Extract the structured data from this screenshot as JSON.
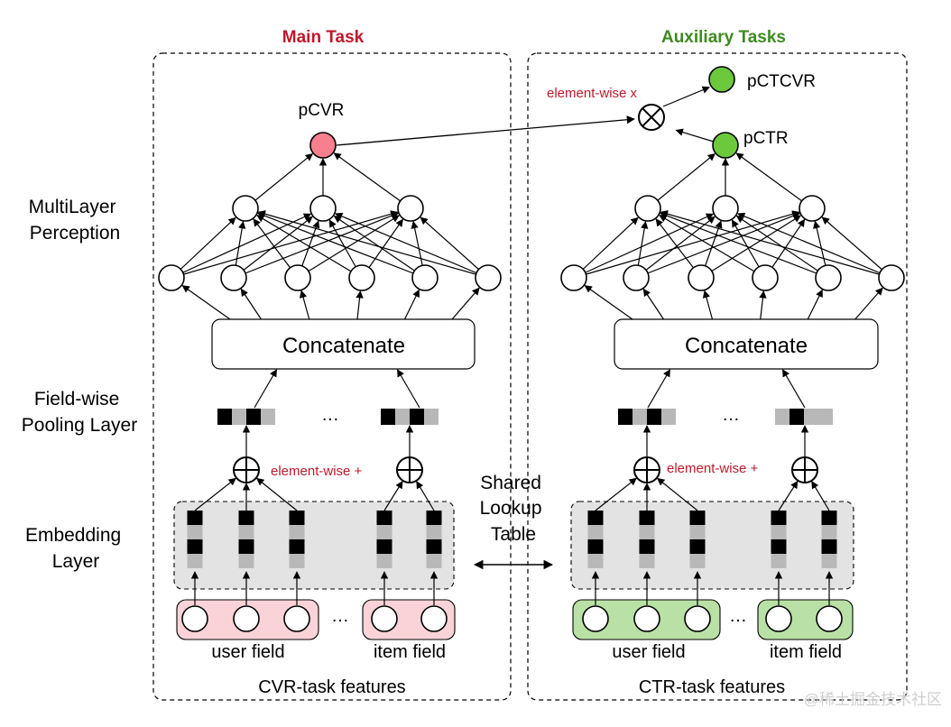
{
  "headers": {
    "main": "Main Task",
    "aux": "Auxiliary Tasks"
  },
  "layers": {
    "mlp": [
      "MultiLayer",
      "Perception"
    ],
    "pool": [
      "Field-wise",
      "Pooling Layer"
    ],
    "emb": [
      "Embedding",
      "Layer"
    ]
  },
  "outputs": {
    "pcvr": "pCVR",
    "pctr": "pCTR",
    "pctcvr": "pCTCVR"
  },
  "ops": {
    "mul": "element-wise x",
    "add_left": "element-wise +",
    "add_right": "element-wise +"
  },
  "concat": {
    "left": "Concatenate",
    "right": "Concatenate"
  },
  "ellipsis": "…",
  "shared": [
    "Shared",
    "Lookup",
    "Table"
  ],
  "fields": {
    "left_user": "user field",
    "left_item": "item field",
    "right_user": "user field",
    "right_item": "item field"
  },
  "features": {
    "left": "CVR-task features",
    "right": "CTR-task features"
  },
  "watermark": "@稀土掘金技术社区",
  "colors": {
    "main_header": "#c0182a",
    "aux_header": "#3e8a1f",
    "op_label": "#c0182a",
    "pcvr_fill": "#f77f8e",
    "green_fill": "#6cc93c",
    "left_field_fill": "#f9d3d8",
    "right_field_fill": "#b9e1a5",
    "emb_panel": "#e3e3e3",
    "block_dark": "#000000",
    "block_light": "#b8b8b8"
  }
}
